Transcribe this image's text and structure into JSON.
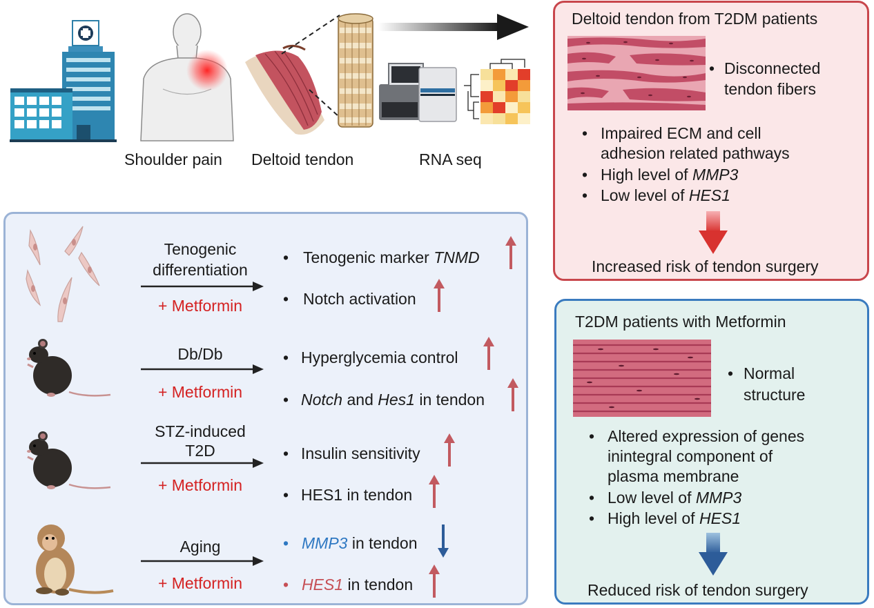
{
  "top": {
    "shoulder_pain": "Shoulder pain",
    "deltoid_tendon": "Deltoid tendon",
    "rna_seq": "RNA seq"
  },
  "red_panel": {
    "title": "Deltoid tendon from T2DM patients",
    "fiber_note_1": "Disconnected",
    "fiber_note_2": "tendon fibers",
    "b1_line1": "Impaired ECM and cell",
    "b1_line2": "adhesion related pathways",
    "b2_prefix": "High level of ",
    "b2_gene": "MMP3",
    "b3_prefix": "Low level of ",
    "b3_gene": "HES1",
    "outcome": "Increased risk of tendon surgery"
  },
  "green_panel": {
    "title": "T2DM patients with Metformin",
    "fiber_note_1": "Normal",
    "fiber_note_2": "structure",
    "b1_line1": "Altered expression of genes",
    "b1_line2": "inintegral component of",
    "b1_line3": "plasma membrane",
    "b2_prefix": "Low level of ",
    "b2_gene": "MMP3",
    "b3_prefix": "High level of ",
    "b3_gene": "HES1",
    "outcome": "Reduced risk of tendon surgery"
  },
  "rows": {
    "cells_cond_1": "Tenogenic",
    "cells_cond_2": "differentiation",
    "cells_treat": "+ Metformin",
    "cells_r1_prefix": "Tenogenic marker ",
    "cells_r1_gene": "TNMD",
    "cells_r2": "Notch activation",
    "dbdb_cond": "Db/Db",
    "dbdb_treat": "+ Metformin",
    "dbdb_r1": "Hyperglycemia control",
    "dbdb_r2_gene1": "Notch",
    "dbdb_r2_mid": " and ",
    "dbdb_r2_gene2": "Hes1",
    "dbdb_r2_suffix": " in tendon",
    "stz_cond_1": "STZ-induced",
    "stz_cond_2": "T2D",
    "stz_treat": "+ Metformin",
    "stz_r1": "Insulin sensitivity",
    "stz_r2": "HES1 in tendon",
    "aging_cond": "Aging",
    "aging_treat": "+ Metformin",
    "aging_r1_gene": "MMP3",
    "aging_r1_suffix": " in tendon",
    "aging_r2_gene": "HES1",
    "aging_r2_suffix": " in tendon"
  },
  "colors": {
    "metformin_red": "#d42222",
    "up_arrow": "#c25a60",
    "down_arrow": "#2d5c99",
    "tendon_pink": "#c44d63"
  }
}
